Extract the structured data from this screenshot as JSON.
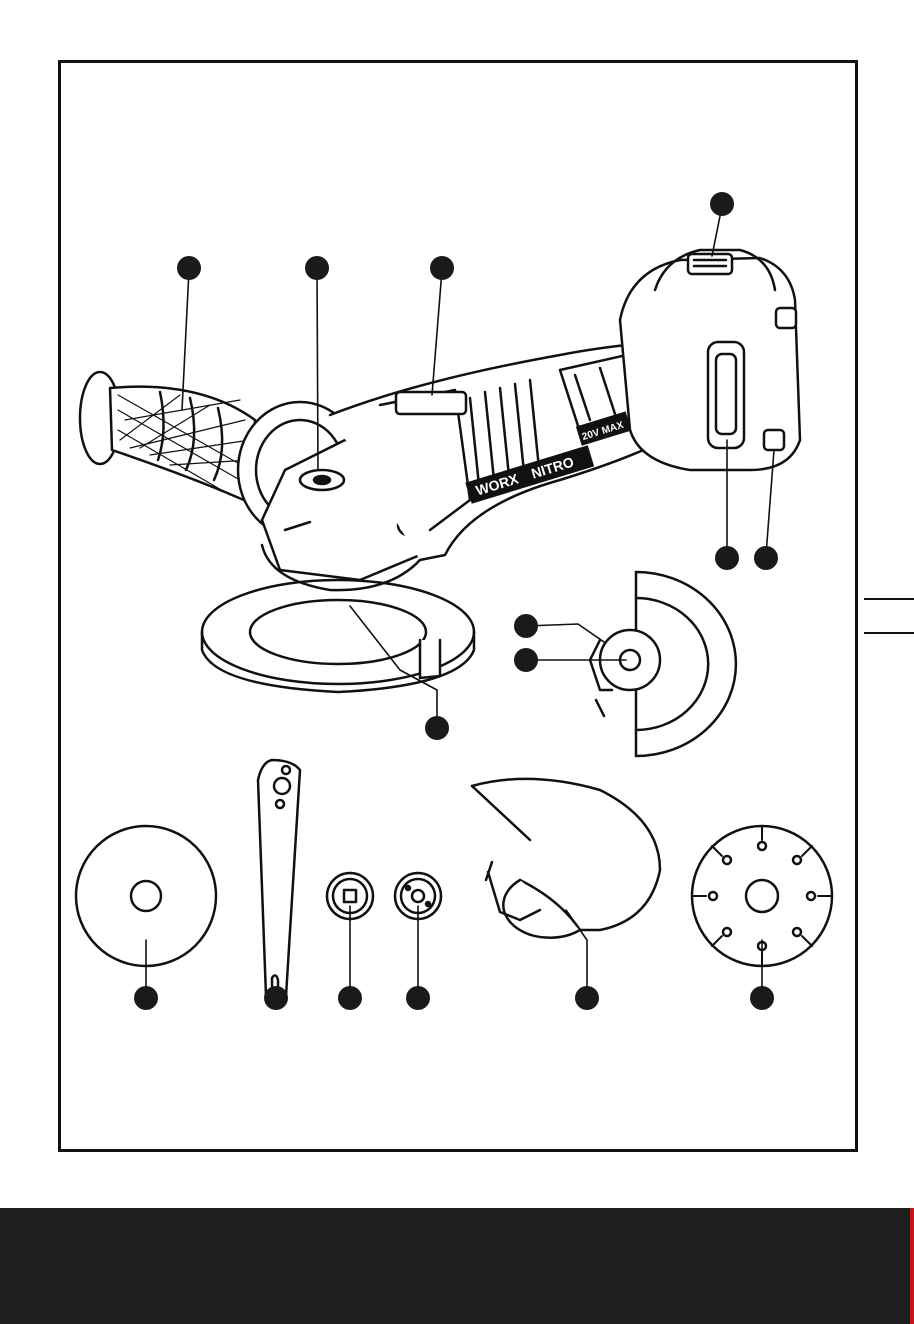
{
  "colors": {
    "line": "#111111",
    "footer": "#1e1e1e",
    "accent": "#c4161c",
    "callout": "#1a1a1a"
  },
  "tool": {
    "brand_label": "WORX",
    "model_label": "NITRO",
    "voltage_label": "20V MAX"
  },
  "callouts": [
    {
      "id": "c1"
    },
    {
      "id": "c2"
    },
    {
      "id": "c3"
    },
    {
      "id": "c4"
    },
    {
      "id": "c5"
    },
    {
      "id": "c6"
    },
    {
      "id": "c7"
    },
    {
      "id": "c8"
    },
    {
      "id": "c9"
    },
    {
      "id": "c10"
    },
    {
      "id": "c11"
    },
    {
      "id": "c12"
    },
    {
      "id": "c13"
    },
    {
      "id": "c14"
    },
    {
      "id": "c15"
    }
  ]
}
